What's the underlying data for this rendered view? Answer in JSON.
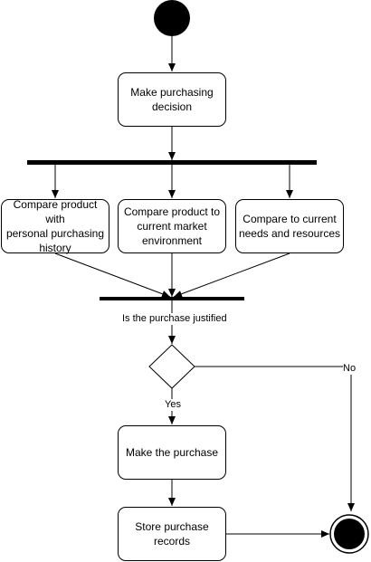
{
  "diagram": {
    "nodes": {
      "decision_action": "Make purchasing\ndecision",
      "compare_history": "Compare product with\npersonal purchasing\nhistory",
      "compare_market": "Compare product to\ncurrent market\nenvironment",
      "compare_needs": "Compare to current\nneeds and resources",
      "make_purchase": "Make the purchase",
      "store_records": "Store purchase\nrecords"
    },
    "labels": {
      "guard_question": "Is the purchase justified",
      "yes": "Yes",
      "no": "No"
    }
  },
  "colors": {
    "stroke": "#000000",
    "fill": "#ffffff"
  }
}
